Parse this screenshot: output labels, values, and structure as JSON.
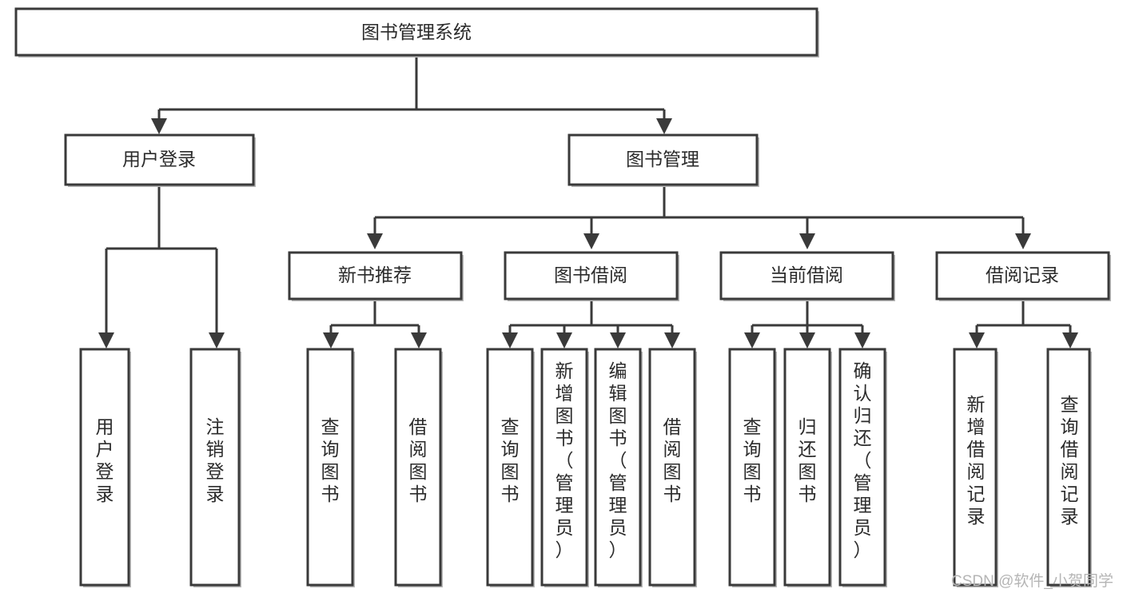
{
  "diagram": {
    "type": "tree-hierarchy-chart",
    "title_node": {
      "id": "root",
      "label": "图书管理系统"
    },
    "levels": [
      {
        "level": 1,
        "nodes": [
          {
            "id": "root",
            "label": "图书管理系统"
          }
        ]
      },
      {
        "level": 2,
        "nodes": [
          {
            "id": "user-login",
            "label": "用户登录",
            "parent": "root"
          },
          {
            "id": "book-manage",
            "label": "图书管理",
            "parent": "root"
          }
        ]
      },
      {
        "level": 3,
        "nodes": [
          {
            "id": "new-book-recommend",
            "label": "新书推荐",
            "parent": "book-manage"
          },
          {
            "id": "book-borrow",
            "label": "图书借阅",
            "parent": "book-manage"
          },
          {
            "id": "current-borrow",
            "label": "当前借阅",
            "parent": "book-manage"
          },
          {
            "id": "borrow-record",
            "label": "借阅记录",
            "parent": "book-manage"
          }
        ]
      },
      {
        "level": 4,
        "nodes": [
          {
            "id": "leaf-user-login",
            "label": "用户登录",
            "parent": "user-login"
          },
          {
            "id": "leaf-user-logout",
            "label": "注销登录",
            "parent": "user-login"
          },
          {
            "id": "leaf-query-book-1",
            "label": "查询图书",
            "parent": "new-book-recommend"
          },
          {
            "id": "leaf-borrow-book-1",
            "label": "借阅图书",
            "parent": "new-book-recommend"
          },
          {
            "id": "leaf-query-book-2",
            "label": "查询图书",
            "parent": "book-borrow"
          },
          {
            "id": "leaf-add-book",
            "label": "新增图书（管理员）",
            "parent": "book-borrow"
          },
          {
            "id": "leaf-edit-book",
            "label": "编辑图书（管理员）",
            "parent": "book-borrow"
          },
          {
            "id": "leaf-borrow-book-2",
            "label": "借阅图书",
            "parent": "book-borrow"
          },
          {
            "id": "leaf-query-book-3",
            "label": "查询图书",
            "parent": "current-borrow"
          },
          {
            "id": "leaf-return-book",
            "label": "归还图书",
            "parent": "current-borrow"
          },
          {
            "id": "leaf-confirm-return",
            "label": "确认归还（管理员）",
            "parent": "current-borrow"
          },
          {
            "id": "leaf-add-record",
            "label": "新增借阅记录",
            "parent": "borrow-record"
          },
          {
            "id": "leaf-query-record",
            "label": "查询借阅记录",
            "parent": "borrow-record"
          }
        ]
      }
    ]
  },
  "colors": {
    "box_stroke": "#3a3a3a",
    "box_fill": "#ffffff",
    "text": "#2b2b2b",
    "watermark": "#b5b5b5",
    "background": "#ffffff"
  },
  "watermark": {
    "text": "CSDN @软件_小贺同学"
  }
}
